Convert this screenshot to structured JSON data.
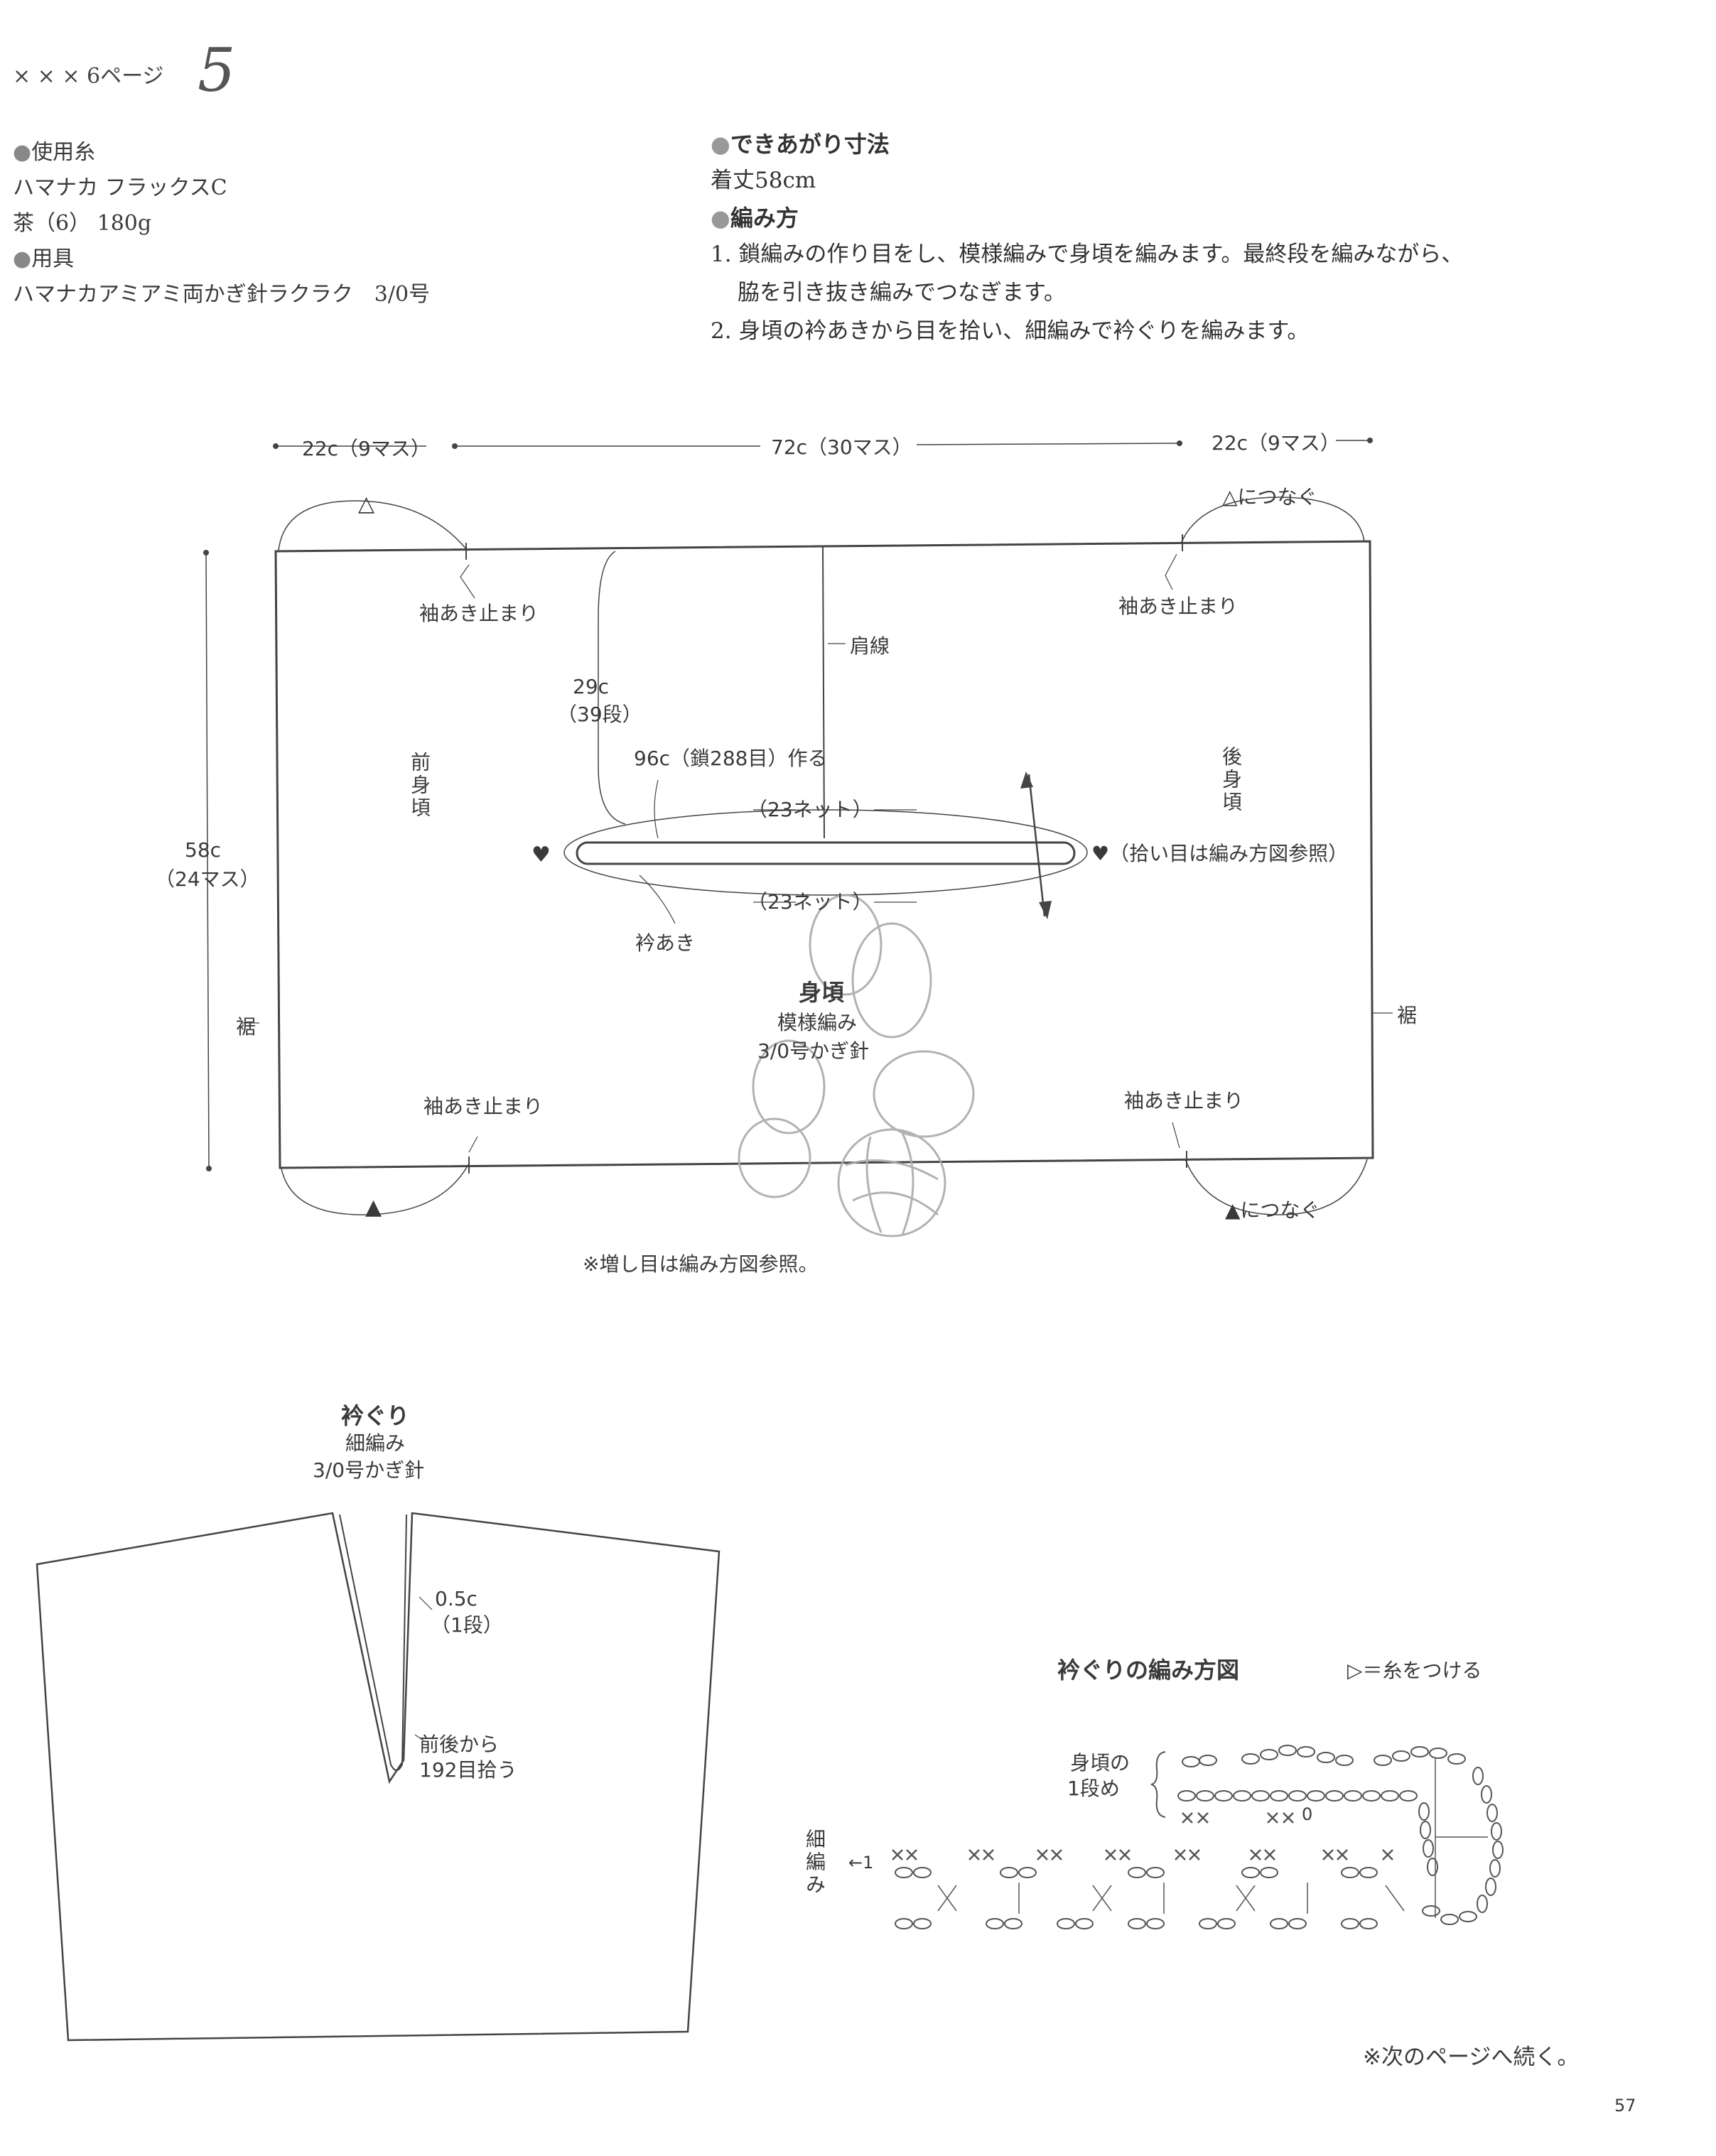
{
  "header": {
    "ref": "× × × 6ページ",
    "number": "5"
  },
  "materials": {
    "yarn_heading": "使用糸",
    "yarn_name": "ハマナカ フラックスC",
    "yarn_color_amount": "茶（6） 180g",
    "tools_heading": "用具",
    "tools_name": "ハマナカアミアミ両かぎ針ラクラク　3/0号"
  },
  "finished_size": {
    "heading": "できあがり寸法",
    "length": "着丈58cm"
  },
  "instructions": {
    "heading": "編み方",
    "step1_line1": "1. 鎖編みの作り目をし、模様編みで身頃を編みます。最終段を編みながら、",
    "step1_line2": "脇を引き抜き編みでつなぎます。",
    "step2": "2. 身頃の衿あきから目を拾い、細編みで衿ぐりを編みます。"
  },
  "body_diagram": {
    "dim_left": "22c（9マス）",
    "dim_center": "72c（30マス）",
    "dim_right": "22c（9マス）",
    "triangle_open": "△",
    "triangle_open_join": "△につなぐ",
    "triangle_filled": "▲",
    "triangle_filled_join": "▲につなぐ",
    "sleeve_stop": "袖あき止まり",
    "shoulder_line": "肩線",
    "depth": "29c",
    "depth_rows": "（39段）",
    "chain_start": "96c（鎖288目）作る",
    "net_top": "（23ネット）",
    "net_bottom": "（23ネット）",
    "heart": "♥",
    "pickup_note": "♥（拾い目は編み方図参照）",
    "front_label": "前身頃",
    "back_label": "後身頃",
    "neck_opening": "衿あき",
    "piece_name": "身頃",
    "pattern": "模様編み",
    "hook": "3/0号かぎ針",
    "height": "58c",
    "height_units": "（24マス）",
    "hem": "裾",
    "increase_note": "※増し目は編み方図参照。"
  },
  "neckband": {
    "title": "衿ぐり",
    "stitch": "細編み",
    "hook": "3/0号かぎ針",
    "width": "0.5c",
    "width_rows": "（1段）",
    "pickup_line1": "前後から",
    "pickup_line2": "192目拾う"
  },
  "chart": {
    "title": "衿ぐりの編み方図",
    "legend": "＝糸をつける",
    "row1_line1": "身頃の",
    "row1_line2": "1段め",
    "sc_label": "細編み",
    "direction": "←1",
    "zero_mark": "0"
  },
  "footer": {
    "continued": "※次のページへ続く。",
    "page_number": "57"
  }
}
